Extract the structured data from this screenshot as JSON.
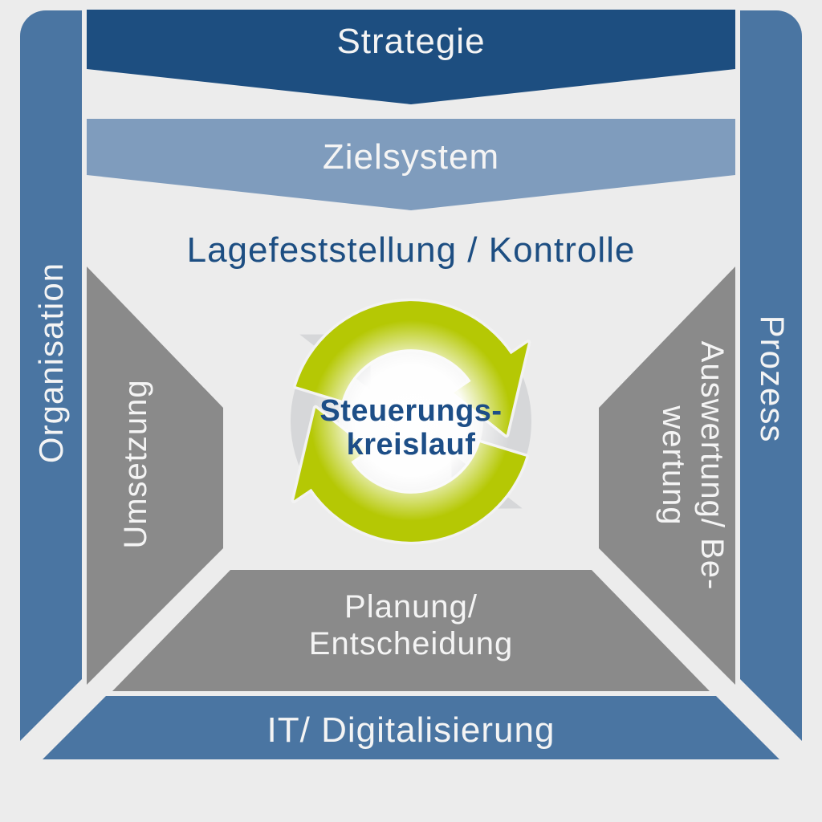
{
  "diagram_title": "Steuerungskreislauf",
  "colors": {
    "background": "#ececec",
    "dark_blue": "#1d4e80",
    "medium_blue": "#7f9cbd",
    "frame_blue": "#4a75a2",
    "wall_gray": "#8a8a8a",
    "arrow_gray": "#d6d7d9",
    "arrow_green": "#b5c804",
    "text_blue": "#1d4e82",
    "text_light": "#f4f4f4",
    "center_text_blue": "#1d4e87"
  },
  "banners": {
    "strategie": "Strategie",
    "zielsystem": "Zielsystem"
  },
  "frame": {
    "left": "Organisation",
    "right": "Prozess",
    "bottom": "IT/ Digitalisierung"
  },
  "inner": {
    "top_label": "Lagefeststellung / Kontrolle",
    "left_wall": "Umsetzung",
    "right_wall_line1": "Auswertung/ Be-",
    "right_wall_line2": "wertung",
    "floor_line1": "Planung/",
    "floor_line2": "Entscheidung"
  },
  "center": {
    "line1": "Steuerungs-",
    "line2": "kreislauf"
  }
}
